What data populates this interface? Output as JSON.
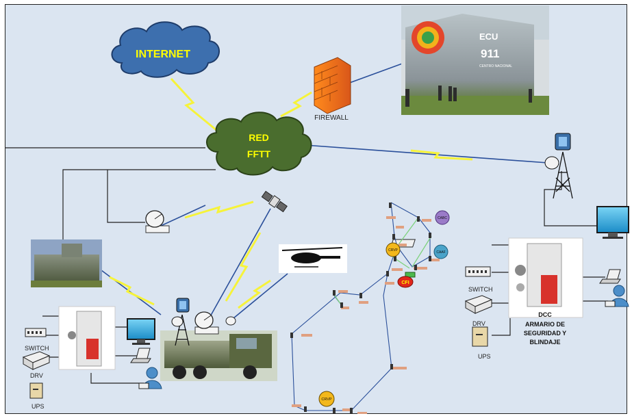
{
  "clouds": {
    "internet": "INTERNET",
    "red_line1": "RED",
    "red_line2": "FFTT"
  },
  "labels": {
    "firewall": "FIREWALL",
    "switch_left": "SWITCH",
    "drv_left": "DRV",
    "ups_left": "UPS",
    "switch_right": "SWITCH",
    "drv_right": "DRV",
    "ups_right": "UPS",
    "dcc_title": "DCC",
    "dcc_line1": "ARMARIO DE",
    "dcc_line2": "SEGURIDAD Y",
    "dcc_line3": "BLINDAJE"
  },
  "building": {
    "sign_top": "ECU",
    "sign_num": "911",
    "sign_sub": "CENTRO NACIONAL"
  },
  "nodes": {
    "crvp_top": "CRVP",
    "cabc": "CABC",
    "caaf": "CAAF",
    "cfi": "CFI",
    "crvp_bottom": "CRVP"
  },
  "colors": {
    "background": "#dbe5f1",
    "internet_cloud": "#3d6fae",
    "red_cloud": "#4a6d2e",
    "cloud_text": "#ffff00",
    "wireless_link": "#ffff33",
    "node_marker": "#e0a080"
  }
}
